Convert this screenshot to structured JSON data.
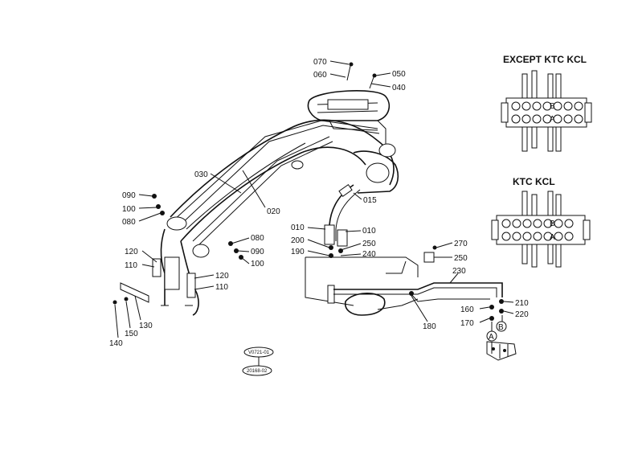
{
  "titles": {
    "except": "EXCEPT KTC KCL",
    "ktc": "KTC KCL"
  },
  "labels": {
    "l070": "070",
    "l060": "060",
    "l050": "050",
    "l040": "040",
    "l030": "030",
    "l020": "020",
    "l015": "015",
    "l090a": "090",
    "l100a": "100",
    "l080a": "080",
    "l080b": "080",
    "l090b": "090",
    "l100b": "100",
    "l120a": "120",
    "l110a": "110",
    "l120b": "120",
    "l110b": "110",
    "l130": "130",
    "l150": "150",
    "l140": "140",
    "l010a": "010",
    "l010b": "010",
    "l200": "200",
    "l250a": "250",
    "l190": "190",
    "l240": "240",
    "l270": "270",
    "l250b": "250",
    "l230": "230",
    "l180": "180",
    "l210": "210",
    "l160": "160",
    "l220": "220",
    "l170": "170"
  },
  "markers": {
    "a": "A",
    "b": "B"
  },
  "stamps": {
    "s1": "V0721-01",
    "s2": "20168-02"
  }
}
